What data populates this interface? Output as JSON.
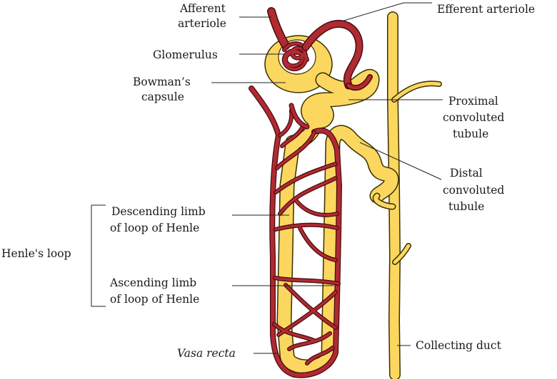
{
  "labels": {
    "afferent_arteriole_1": "Afferent",
    "afferent_arteriole_2": "arteriole",
    "efferent_arteriole": "Efferent arteriole",
    "glomerulus": "Glomerulus",
    "bowmans_capsule_1": "Bowman’s",
    "bowmans_capsule_2": "capsule",
    "pct_1": "Proximal",
    "pct_2": "convoluted",
    "pct_3": "tubule",
    "dct_1": "Distal",
    "dct_2": "convoluted",
    "dct_3": "tubule",
    "descending_limb_1": "Descending limb",
    "descending_limb_2": "of loop of Henle",
    "ascending_limb_1": "Ascending limb",
    "ascending_limb_2": "of loop of Henle",
    "henles_loop": "Henle's loop",
    "vasa_recta": "Vasa recta",
    "collecting_duct": "Collecting duct"
  },
  "colors": {
    "tubule": "#fbd75f",
    "vessel": "#b02a32",
    "outline": "#3a2f00"
  }
}
